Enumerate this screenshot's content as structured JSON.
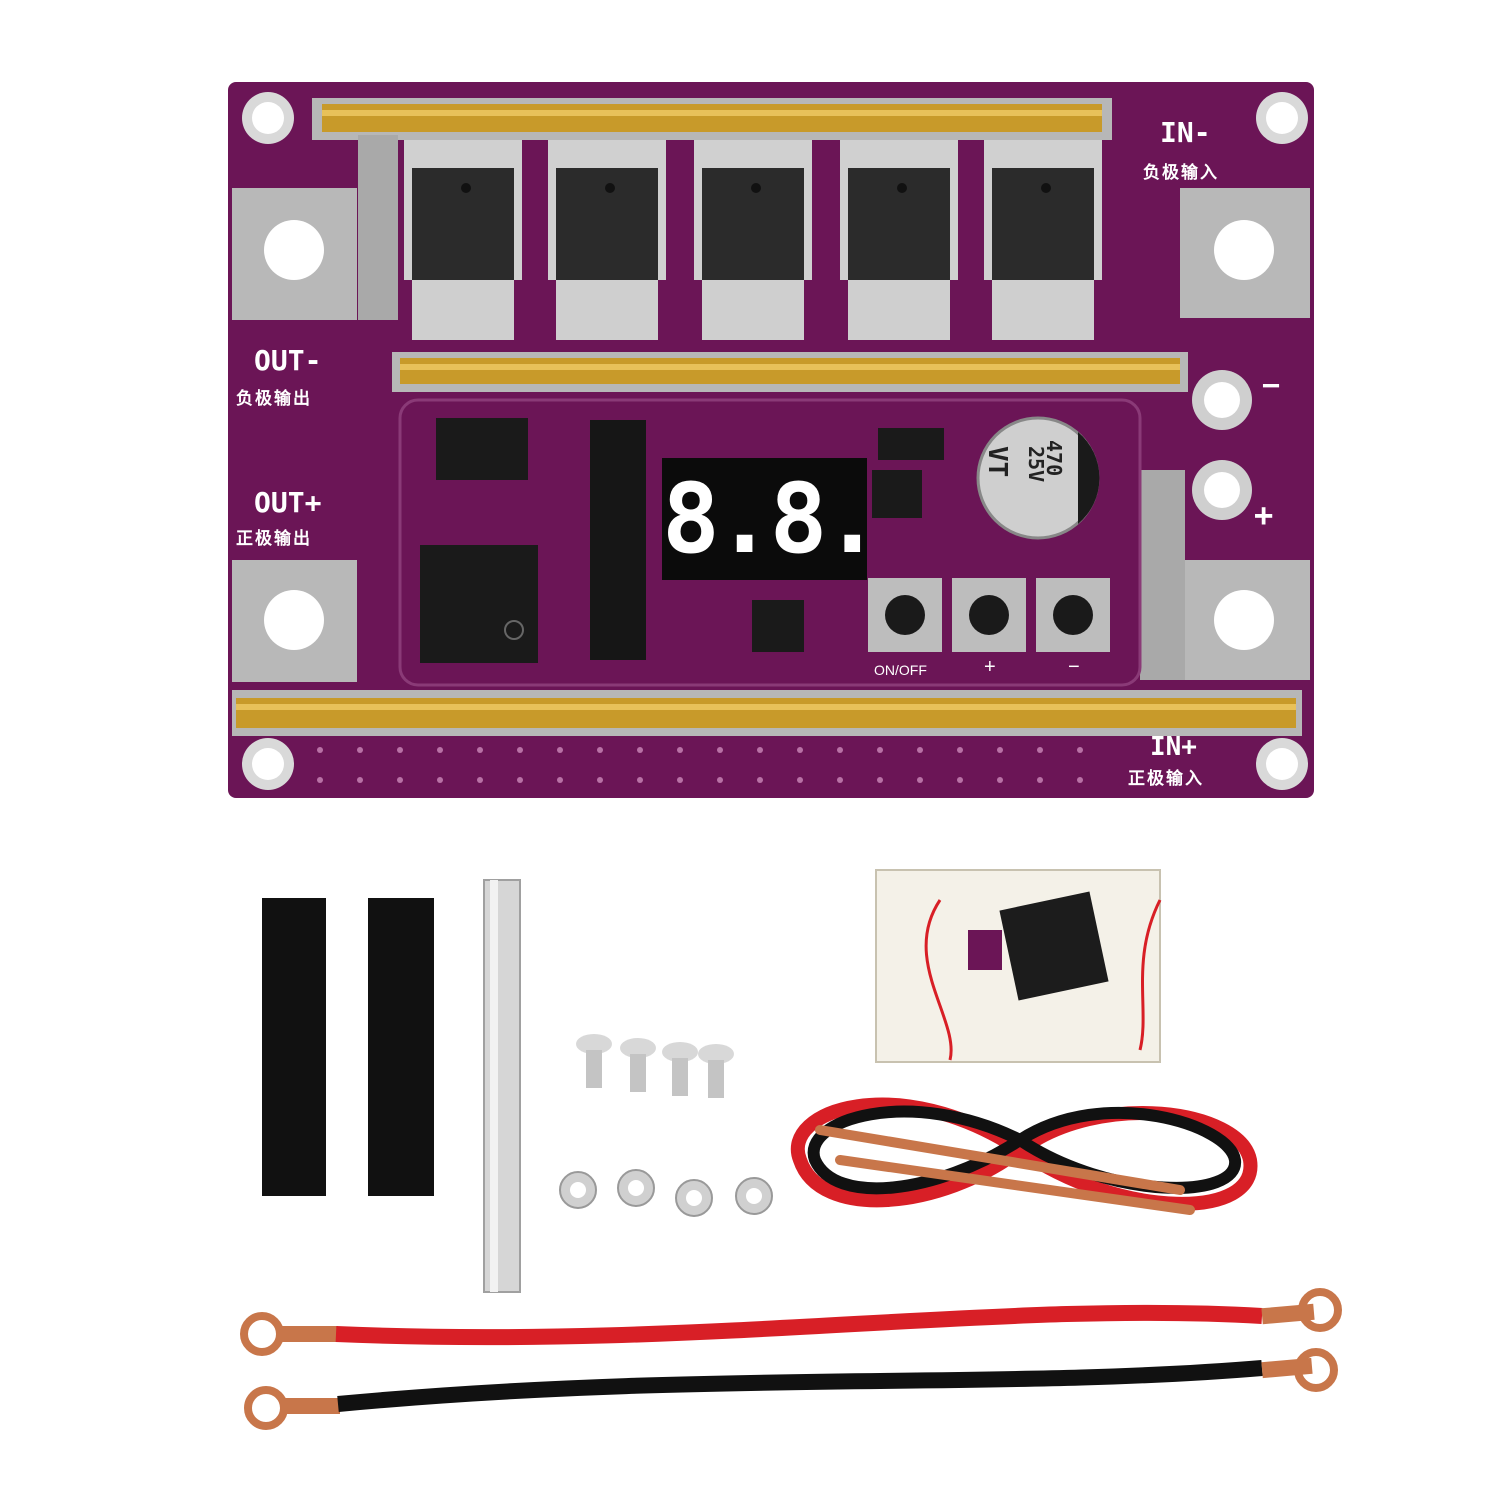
{
  "board": {
    "in_minus": "IN-",
    "in_minus_cn": "负极输入",
    "in_plus": "IN+",
    "in_plus_cn": "正极输入",
    "out_minus": "OUT-",
    "out_minus_cn": "负极输出",
    "out_plus": "OUT+",
    "out_plus_cn": "正极输出",
    "display": "8.8.",
    "btn_onoff": "ON/OFF",
    "btn_plus": "+",
    "btn_minus": "−",
    "cap_line1": "VT",
    "cap_line2": "25V",
    "cap_line3": "470",
    "term_minus": "−",
    "term_plus": "+"
  },
  "colors": {
    "pcb": "#6b1556",
    "copper_bar": "#c89a2a",
    "pad": "#b8b8b8",
    "mosfet": "#2a2a2a",
    "red_wire": "#d81f26",
    "black_wire": "#111111",
    "copper": "#c8764a"
  }
}
